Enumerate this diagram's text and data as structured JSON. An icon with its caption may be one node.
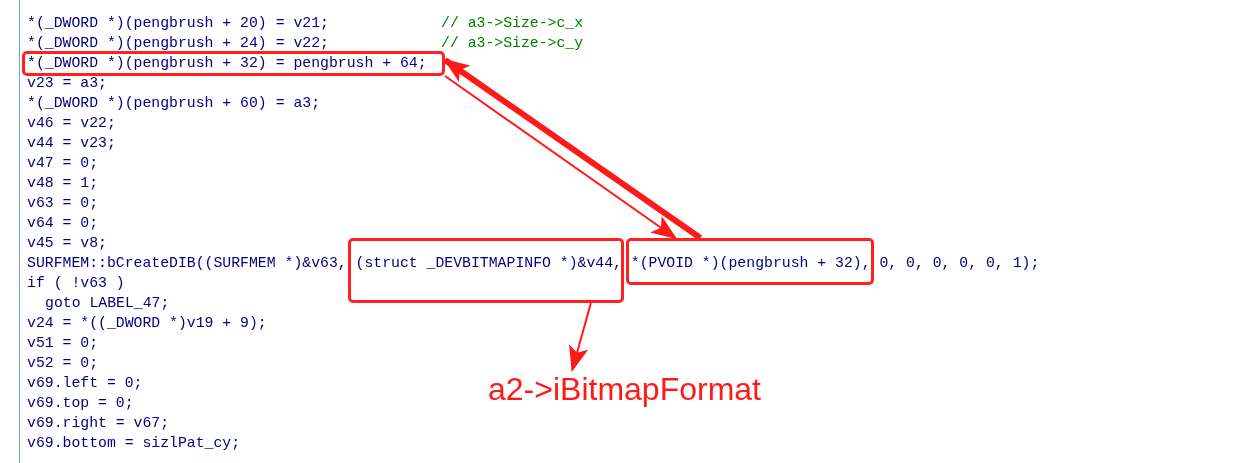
{
  "diagram": {
    "nodes": [
      {
        "text": [],
        "shape": "box"
      },
      {
        "text": [],
        "shape": "box"
      },
      {
        "text": [],
        "shape": "box"
      },
      {
        "text": [
          "a2->iBitmapFormat"
        ]
      }
    ],
    "edges": [
      {
        "from": 2,
        "to": 0,
        "arrow": "to",
        "style": "thick"
      },
      {
        "from": 0,
        "to": 2,
        "arrow": "to"
      },
      {
        "from": 1,
        "to": 3,
        "arrow": "to"
      }
    ],
    "labels": [
      "*(_DWORD *)(pengbrush + 20) = v21;",
      "// a3->Size->c_x",
      "*(_DWORD *)(pengbrush + 24) = v22;",
      "// a3->Size->c_y",
      "*(_DWORD *)(pengbrush + 32) = pengbrush + 64;",
      "v23 = a3;",
      "*(_DWORD *)(pengbrush + 60) = a3;",
      "v46 = v22;",
      "v44 = v23;",
      "v47 = 0;",
      "v48 = 1;",
      "v63 = 0;",
      "v64 = 0;",
      "v45 = v8;",
      "SURFMEM::bCreateDIB((SURFMEM *)&v63, (struct _DEVBITMAPINFO *)&v44, *(PVOID *)(pengbrush + 32), 0, 0, 0, 0, 0, 1);",
      "if ( !v63 )",
      "goto LABEL_47;",
      "v24 = *((_DWORD *)v19 + 9);",
      "v51 = 0;",
      "v52 = 0;",
      "v69.left = 0;",
      "v69.top = 0;",
      "v69.right = v67;",
      "v69.bottom = sizlPat_cy;"
    ]
  }
}
